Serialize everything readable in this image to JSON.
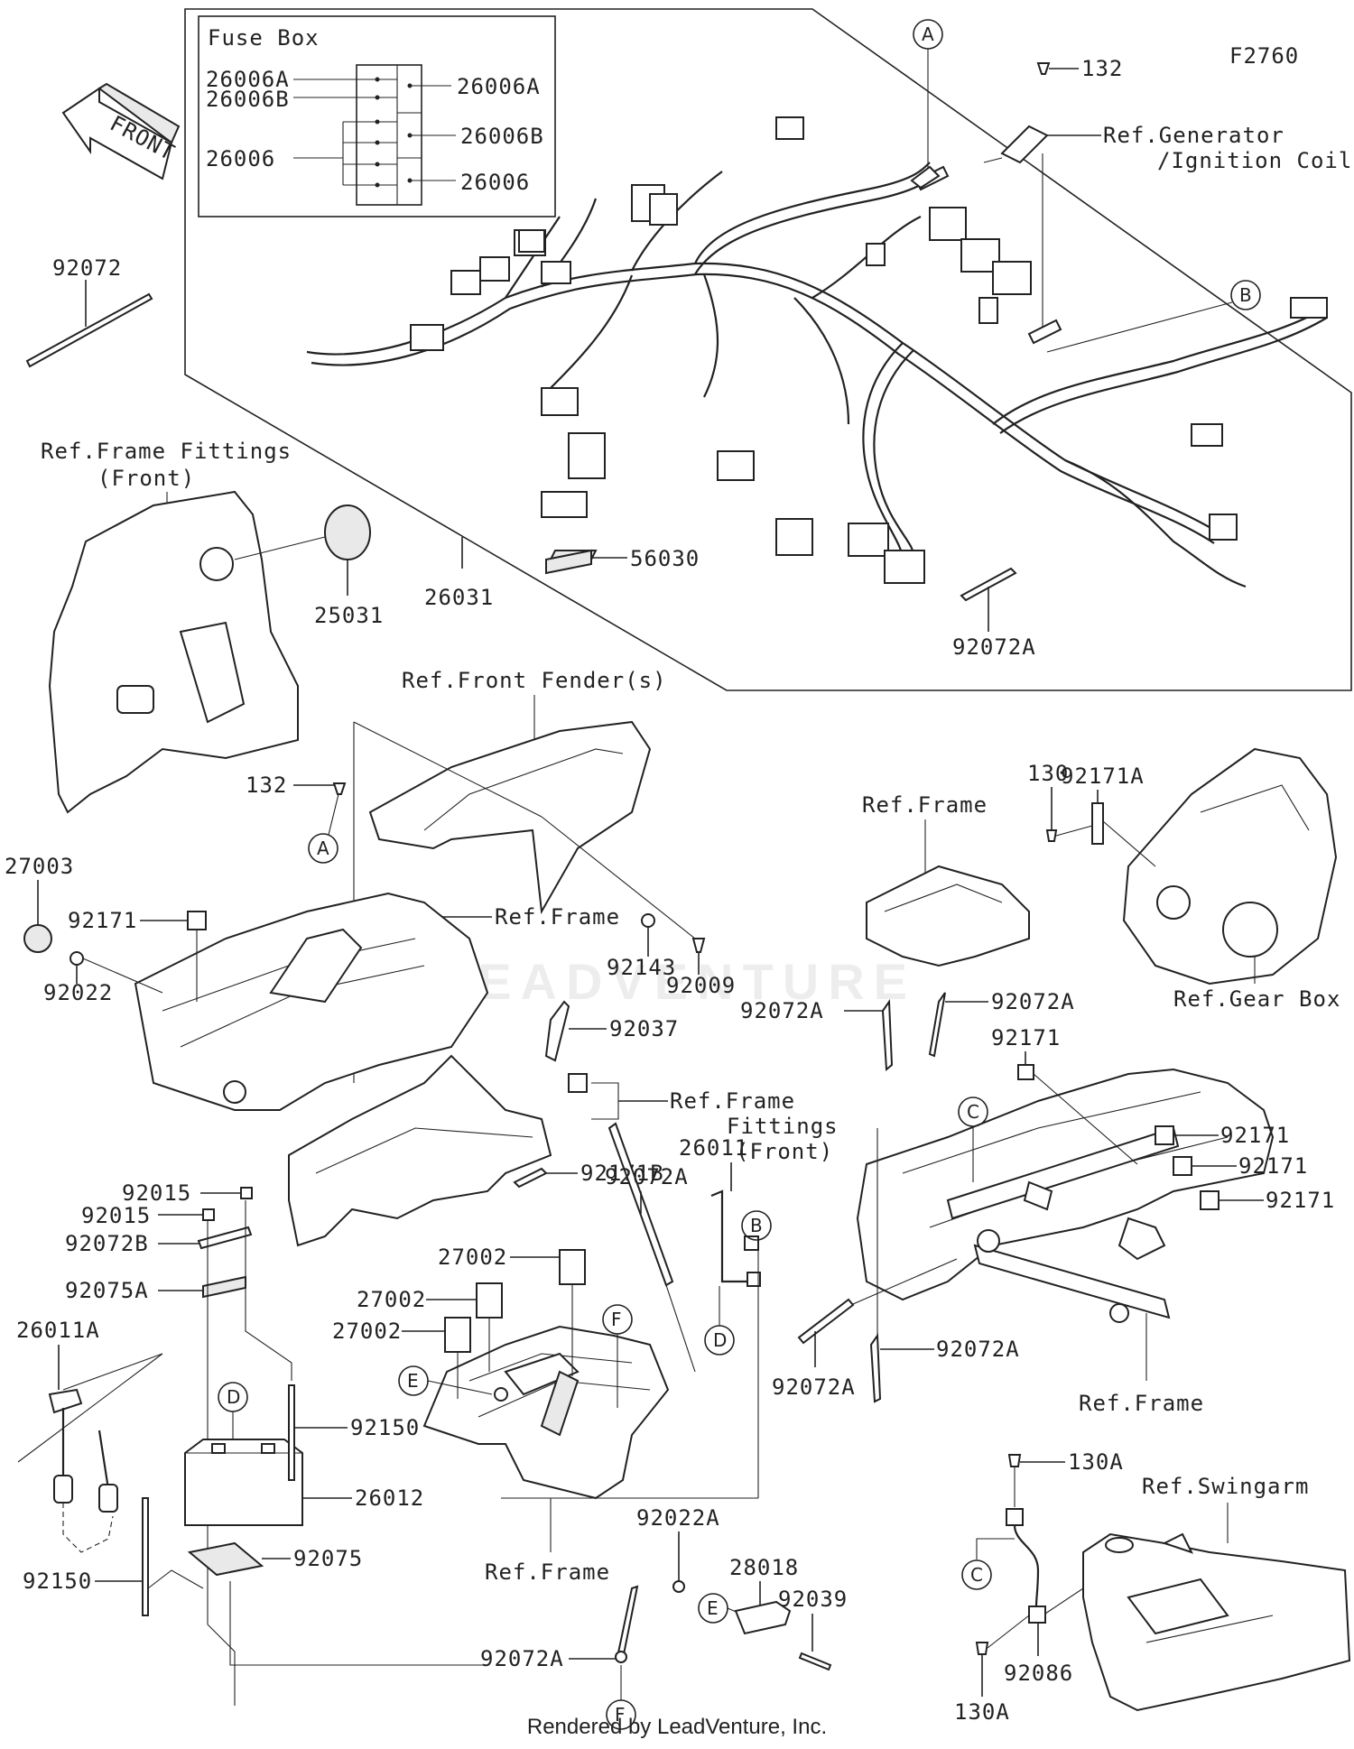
{
  "figure_id": "F2760",
  "front_arrow": "FRONT",
  "fuse_box": {
    "title": "Fuse Box",
    "left_labels": [
      "26006A",
      "26006B",
      "26006"
    ],
    "right_labels": [
      "26006A",
      "26006B",
      "26006"
    ]
  },
  "callout_letters": [
    "A",
    "B",
    "C",
    "D",
    "E",
    "F"
  ],
  "labels": {
    "p132_top": "132",
    "ref_generator_1": "Ref.Generator",
    "ref_generator_2": "/Ignition Coil",
    "p92072": "92072",
    "ref_frame_fittings_front_1": "Ref.Frame Fittings",
    "ref_frame_fittings_front_2": "(Front)",
    "p25031": "25031",
    "p26031": "26031",
    "p56030": "56030",
    "p92072A_harness": "92072A",
    "ref_front_fenders": "Ref.Front Fender(s)",
    "p132_mid": "132",
    "p27003": "27003",
    "p92171_left": "92171",
    "ref_frame_mid": "Ref.Frame",
    "p92022": "92022",
    "p92143": "92143",
    "p92009": "92009",
    "p92037": "92037",
    "ref_frame_fittings_2_1": "Ref.Frame",
    "ref_frame_fittings_2_2": "Fittings",
    "ref_frame_fittings_2_3": "(Front)",
    "p92171B": "92171B",
    "p92171A": "92171A",
    "p130": "130",
    "ref_frame_right": "Ref.Frame",
    "ref_gear_box": "Ref.Gear Box",
    "p92072A_r1": "92072A",
    "p92072A_r2": "92072A",
    "p92171_r_top": "92171",
    "p92171_r1": "92171",
    "p92171_r2": "92171",
    "p92171_r3": "92171",
    "p92072A_r3": "92072A",
    "p92072A_r4": "92072A",
    "ref_frame_lower_right": "Ref.Frame",
    "p92015_a": "92015",
    "p92015_b": "92015",
    "p92072B": "92072B",
    "p92075A": "92075A",
    "p26011A": "26011A",
    "p26011": "26011",
    "p92072A_center": "92072A",
    "p27002_a": "27002",
    "p27002_b": "27002",
    "p27002_c": "27002",
    "p92150_a": "92150",
    "p26012": "26012",
    "p92075": "92075",
    "p92150_b": "92150",
    "ref_frame_bottom": "Ref.Frame",
    "p92022A": "92022A",
    "p28018": "28018",
    "p92039": "92039",
    "p92072A_bottom": "92072A",
    "p130A_top": "130A",
    "ref_swingarm": "Ref.Swingarm",
    "p92086": "92086",
    "p130A_bottom": "130A"
  },
  "credit": "Rendered by LeadVenture, Inc.",
  "watermark": "LEADVENTURE"
}
